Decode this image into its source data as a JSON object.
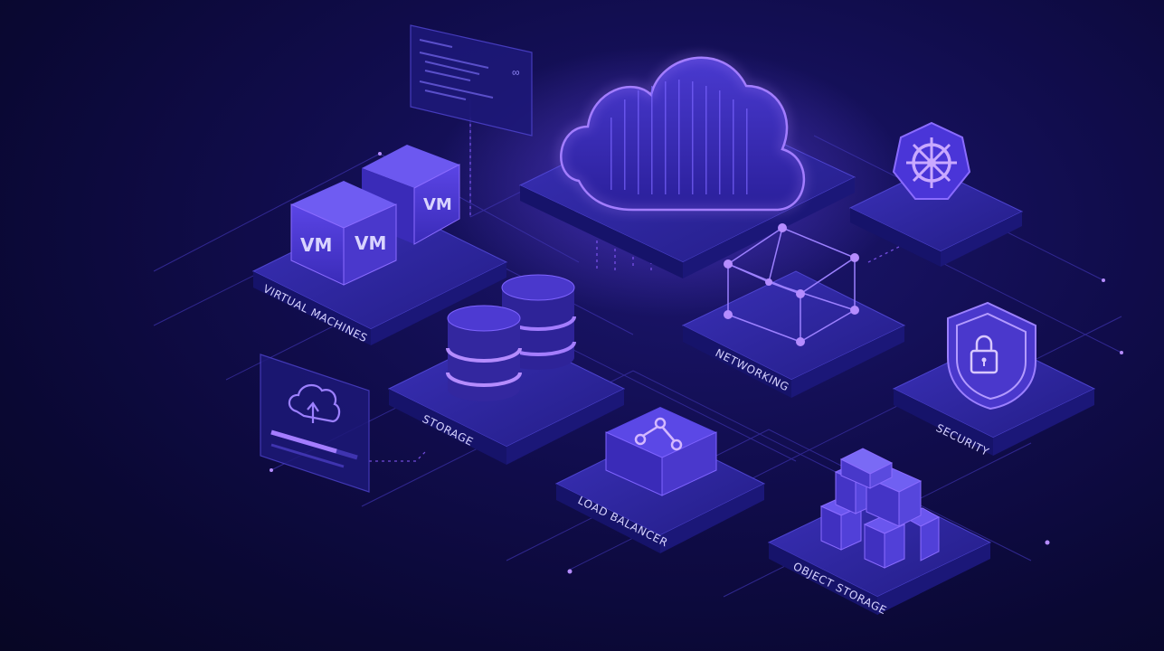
{
  "labels": {
    "virtual_machines": "VIRTUAL MACHINES",
    "storage": "STORAGE",
    "networking": "NETWORKING",
    "security": "SECURITY",
    "load_balancer": "LOAD BALANCER",
    "object_storage": "OBJECT STORAGE"
  },
  "vm_cubes": [
    "VM",
    "VM",
    "VM"
  ],
  "colors": {
    "background": "#0d0a3f",
    "platform_top": "#2a2490",
    "platform_side": "#16136a",
    "accent": "#8f6bff",
    "glow": "#b58cff"
  },
  "icons": [
    "cloud-icon",
    "kubernetes-helm-icon",
    "shield-lock-icon",
    "upload-cloud-icon",
    "share-node-icon",
    "database-icon",
    "box-stack-icon"
  ]
}
